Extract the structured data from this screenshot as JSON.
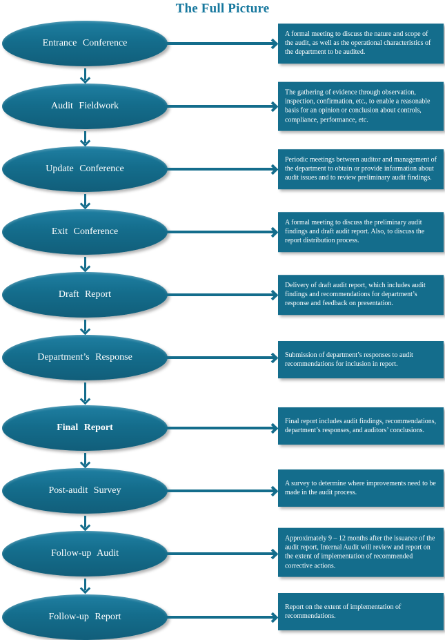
{
  "title": "The Full Picture",
  "colors": {
    "shape_fill": "#146d8c",
    "title_text": "#17789e",
    "label_text": "#ffffff",
    "background": "#ffffff"
  },
  "diagram": {
    "type": "flowchart",
    "direction": "top-to-bottom"
  },
  "stages": [
    {
      "label": "Entrance Conference",
      "description": "A formal meeting to discuss the nature and scope of the audit, as well as the operational characteristics of the department to be audited."
    },
    {
      "label": "Audit Fieldwork",
      "description": "The gathering of evidence through observation, inspection, confirmation, etc., to enable a reasonable basis for an opinion or conclusion about controls, compliance, performance, etc."
    },
    {
      "label": "Update Conference",
      "description": "Periodic meetings between auditor and management of the department to obtain or provide information about audit issues and to review preliminary audit findings."
    },
    {
      "label": "Exit Conference",
      "description": "A formal meeting to discuss the preliminary audit findings and draft audit report. Also, to discuss the report distribution process."
    },
    {
      "label": "Draft Report",
      "description": "Delivery of draft audit report, which includes audit findings and recommendations for department’s response and feedback on presentation."
    },
    {
      "label": "Department’s Response",
      "description": "Submission of department’s responses to audit recommendations for inclusion in report."
    },
    {
      "label": "Final Report",
      "emphasis": true,
      "description": "Final report includes audit findings, recommendations, department’s responses, and auditors’ conclusions."
    },
    {
      "label": "Post-audit Survey",
      "description": "A survey to determine where improvements need to be made in the audit process."
    },
    {
      "label": "Follow-up Audit",
      "description": "Approximately 9 – 12 months after the issuance of the audit report, Internal Audit will review and report on the extent of implementation of recommended corrective actions."
    },
    {
      "label": "Follow-up Report",
      "description": "Report on the extent of implementation of recommendations."
    }
  ]
}
